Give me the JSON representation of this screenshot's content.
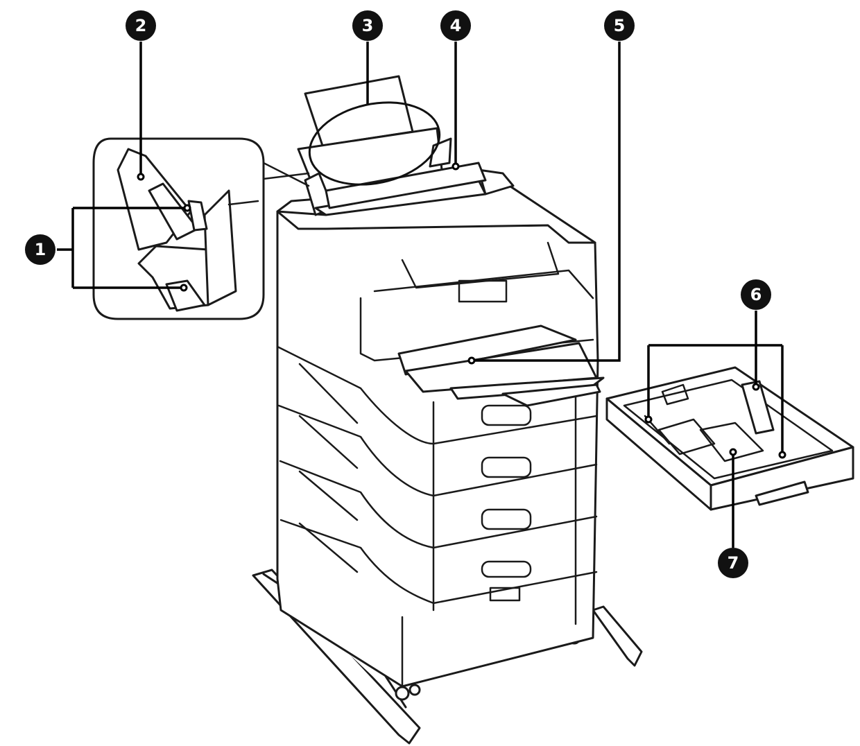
{
  "callouts": [
    {
      "number": "1"
    },
    {
      "number": "2"
    },
    {
      "number": "3"
    },
    {
      "number": "4"
    },
    {
      "number": "5"
    },
    {
      "number": "6"
    },
    {
      "number": "7"
    }
  ],
  "colors": {
    "ink": "#111111",
    "paper": "#ffffff"
  }
}
